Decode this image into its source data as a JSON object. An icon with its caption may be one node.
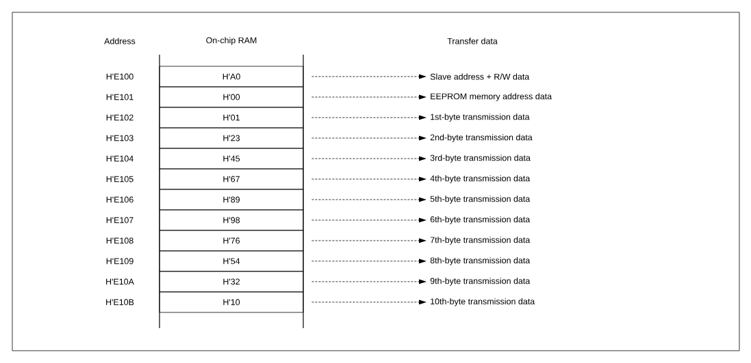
{
  "diagram": {
    "nodes": [
      {
        "text": [
          "H'A0"
        ]
      },
      {
        "text": [
          "H'00"
        ]
      },
      {
        "text": [
          "H'01"
        ]
      },
      {
        "text": [
          "H'23"
        ]
      },
      {
        "text": [
          "H'45"
        ]
      },
      {
        "text": [
          "H'67"
        ]
      },
      {
        "text": [
          "H'89"
        ]
      },
      {
        "text": [
          "H'98"
        ]
      },
      {
        "text": [
          "H'76"
        ]
      },
      {
        "text": [
          "H'54"
        ]
      },
      {
        "text": [
          "H'32"
        ]
      },
      {
        "text": [
          "H'10"
        ]
      },
      {
        "text": [
          "Slave address + R/W data"
        ]
      },
      {
        "text": [
          "EEPROM memory address data"
        ]
      },
      {
        "text": [
          "1st-byte transmission data"
        ]
      },
      {
        "text": [
          "2nd-byte transmission data"
        ]
      },
      {
        "text": [
          "3rd-byte transmission data"
        ]
      },
      {
        "text": [
          "4th-byte transmission data"
        ]
      },
      {
        "text": [
          "5th-byte transmission data"
        ]
      },
      {
        "text": [
          "6th-byte transmission data"
        ]
      },
      {
        "text": [
          "7th-byte transmission data"
        ]
      },
      {
        "text": [
          "8th-byte transmission data"
        ]
      },
      {
        "text": [
          "9th-byte transmission data"
        ]
      },
      {
        "text": [
          "10th-byte transmission data"
        ]
      }
    ],
    "edges": [
      {
        "from": 0,
        "to": 12,
        "arrow": "to",
        "style": "dashed"
      },
      {
        "from": 1,
        "to": 13,
        "arrow": "to",
        "style": "dashed"
      },
      {
        "from": 2,
        "to": 14,
        "arrow": "to",
        "style": "dashed"
      },
      {
        "from": 3,
        "to": 15,
        "arrow": "to",
        "style": "dashed"
      },
      {
        "from": 4,
        "to": 16,
        "arrow": "to",
        "style": "dashed"
      },
      {
        "from": 5,
        "to": 17,
        "arrow": "to",
        "style": "dashed"
      },
      {
        "from": 6,
        "to": 18,
        "arrow": "to",
        "style": "dashed"
      },
      {
        "from": 7,
        "to": 19,
        "arrow": "to",
        "style": "dashed"
      },
      {
        "from": 8,
        "to": 20,
        "arrow": "to",
        "style": "dashed"
      },
      {
        "from": 9,
        "to": 21,
        "arrow": "to",
        "style": "dashed"
      },
      {
        "from": 10,
        "to": 22,
        "arrow": "to",
        "style": "dashed"
      },
      {
        "from": 11,
        "to": 23,
        "arrow": "to",
        "style": "dashed"
      }
    ],
    "labels": [
      "Address",
      "On-chip RAM",
      "Transfer data",
      "H'E100",
      "H'E101",
      "H'E102",
      "H'E103",
      "H'E104",
      "H'E105",
      "H'E106",
      "H'E107",
      "H'E108",
      "H'E109",
      "H'E10A",
      "H'E10B"
    ]
  }
}
